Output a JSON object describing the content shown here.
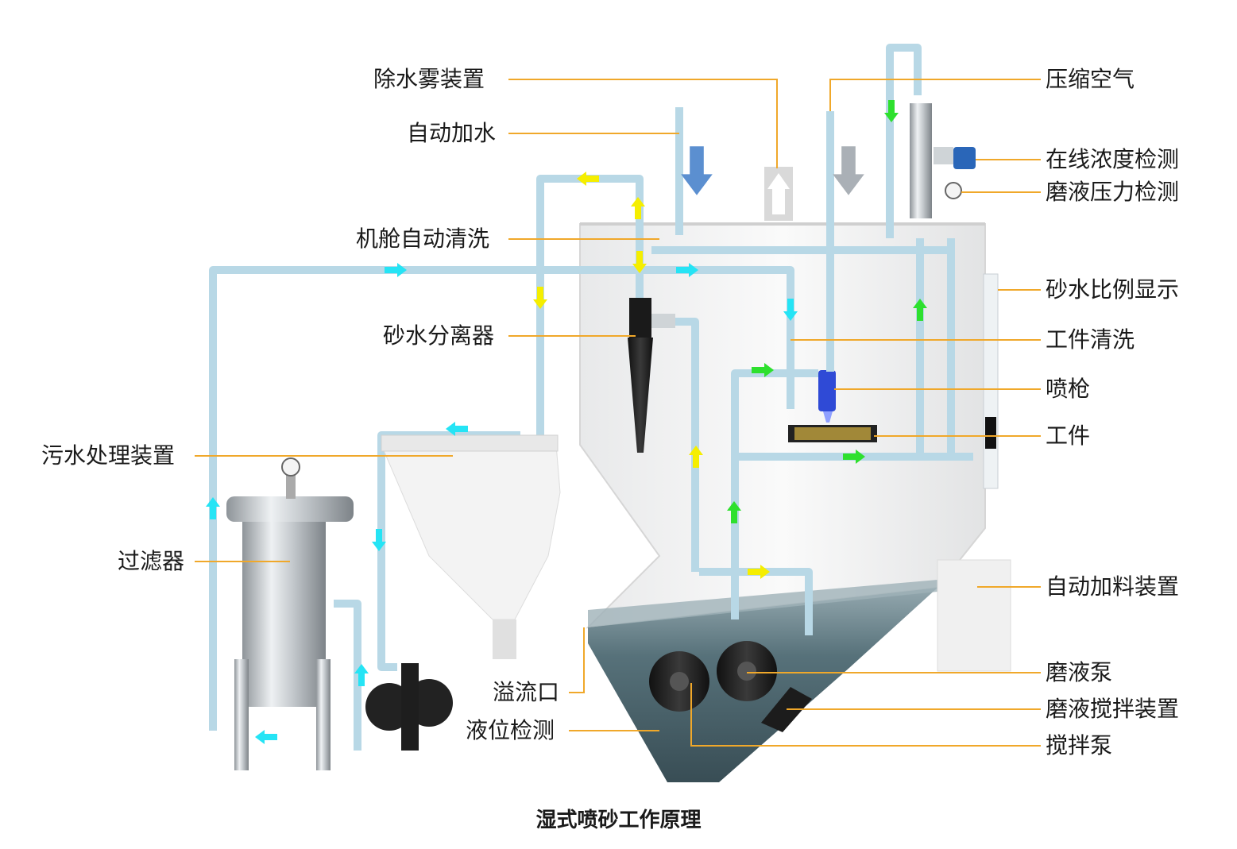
{
  "caption": "湿式喷砂工作原理",
  "labels_left": {
    "demist": "除水雾装置",
    "auto_water": "自动加水",
    "cabin_clean": "机舱自动清洗",
    "separator": "砂水分离器",
    "sewage": "污水处理装置",
    "filter": "过滤器",
    "overflow": "溢流口",
    "level": "液位检测"
  },
  "labels_right": {
    "air": "压缩空气",
    "concentration": "在线浓度检测",
    "pressure": "磨液压力检测",
    "ratio": "砂水比例显示",
    "workpiece_wash": "工件清洗",
    "gun": "喷枪",
    "workpiece": "工件",
    "auto_feed": "自动加料装置",
    "slurry_pump": "磨液泵",
    "slurry_mixer": "磨液搅拌装置",
    "mix_pump": "搅拌泵"
  },
  "colors": {
    "leader": "#f0a82a",
    "flow_yellow": "#f5ee00",
    "flow_green": "#2ee02e",
    "flow_cyan": "#25e4f5",
    "flow_blue": "#5b8fd0",
    "flow_grey": "#aab0b6",
    "pipe": "#b8d8e6",
    "tank": "#f2f2f2",
    "liquid": "#3c5860",
    "gun": "#2f4ad6"
  }
}
